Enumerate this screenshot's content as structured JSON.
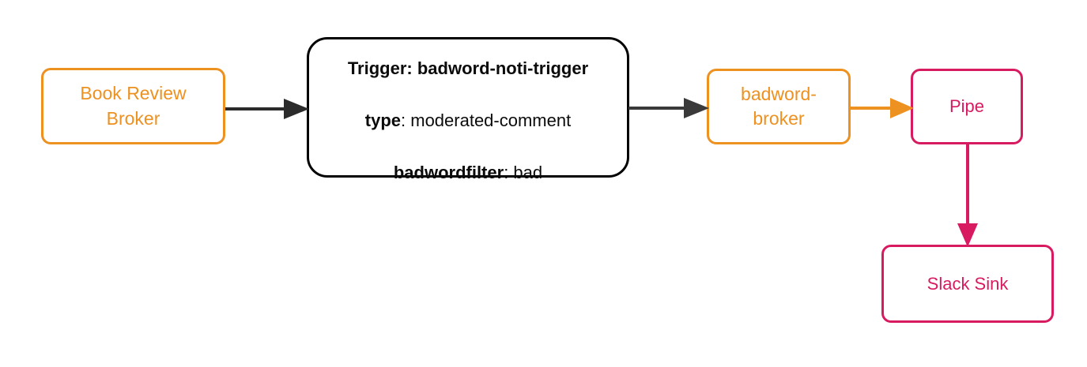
{
  "diagram": {
    "type": "flow-diagram",
    "background": "#ffffff",
    "colors": {
      "broker": "#ed9121",
      "trigger": "#000000",
      "sink": "#d81b60",
      "arrow_dark": "#2b2b2b",
      "arrow_orange": "#ed9121",
      "arrow_magenta": "#d81b60"
    },
    "nodes": {
      "book_review_broker": {
        "label": "Book Review\nBroker",
        "shape": "rounded-rectangle",
        "color": "#ed9121"
      },
      "trigger": {
        "shape": "rounded-rectangle",
        "color": "#000000",
        "lines": [
          {
            "key": "Trigger: badword-noti-trigger",
            "value": ""
          },
          {
            "key": "type",
            "value": ": moderated-comment"
          },
          {
            "key": "badwordfilter",
            "value": ": bad"
          }
        ],
        "line1_key": "Trigger: badword-noti-trigger",
        "line2_key": "type",
        "line2_value": ": moderated-comment",
        "line3_key": "badwordfilter",
        "line3_value": ": bad"
      },
      "badword_broker": {
        "label": "badword-\nbroker",
        "shape": "rounded-rectangle",
        "color": "#ed9121"
      },
      "pipe": {
        "label": "Pipe",
        "shape": "rounded-rectangle",
        "color": "#d81b60"
      },
      "slack_sink": {
        "label": "Slack Sink",
        "shape": "rounded-rectangle",
        "color": "#d81b60"
      }
    },
    "edges": [
      {
        "name": "broker-to-trigger",
        "from": "book_review_broker",
        "to": "trigger",
        "color": "#2b2b2b",
        "direction": "right"
      },
      {
        "name": "trigger-to-badword",
        "from": "trigger",
        "to": "badword_broker",
        "color": "#2b2b2b",
        "direction": "right"
      },
      {
        "name": "badword-to-pipe",
        "from": "badword_broker",
        "to": "pipe",
        "color": "#ed9121",
        "direction": "right"
      },
      {
        "name": "pipe-to-slack",
        "from": "pipe",
        "to": "slack_sink",
        "color": "#d81b60",
        "direction": "down"
      }
    ]
  }
}
